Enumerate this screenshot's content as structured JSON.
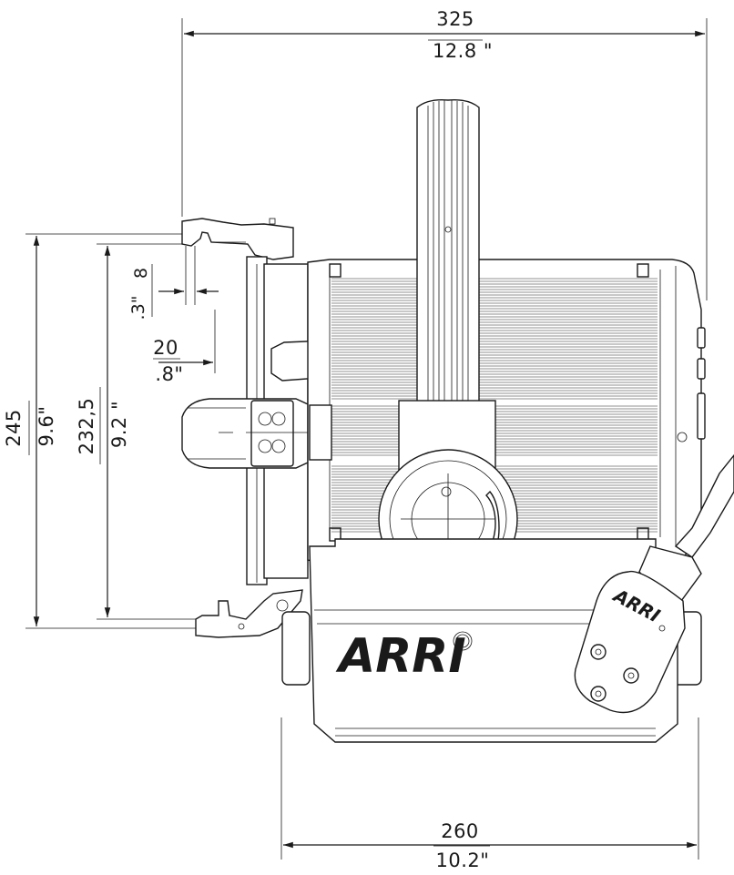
{
  "dimensions": {
    "overall_width": {
      "mm": "325",
      "inch": "12.8 \""
    },
    "base_width": {
      "mm": "260",
      "inch": "10.2\""
    },
    "overall_height": {
      "mm": "245",
      "inch": "9.6\""
    },
    "body_height": {
      "mm": "232,5",
      "inch": "9.2 \""
    },
    "bracket_offset": {
      "mm": "8",
      "inch": ".3\""
    },
    "clamp_offset": {
      "mm": "20",
      "inch": ".8\""
    }
  },
  "branding": {
    "main_logo": "ARRI",
    "connector_logo": "ARRI"
  },
  "colors": {
    "line": "#1a1a1a",
    "background": "#ffffff"
  }
}
